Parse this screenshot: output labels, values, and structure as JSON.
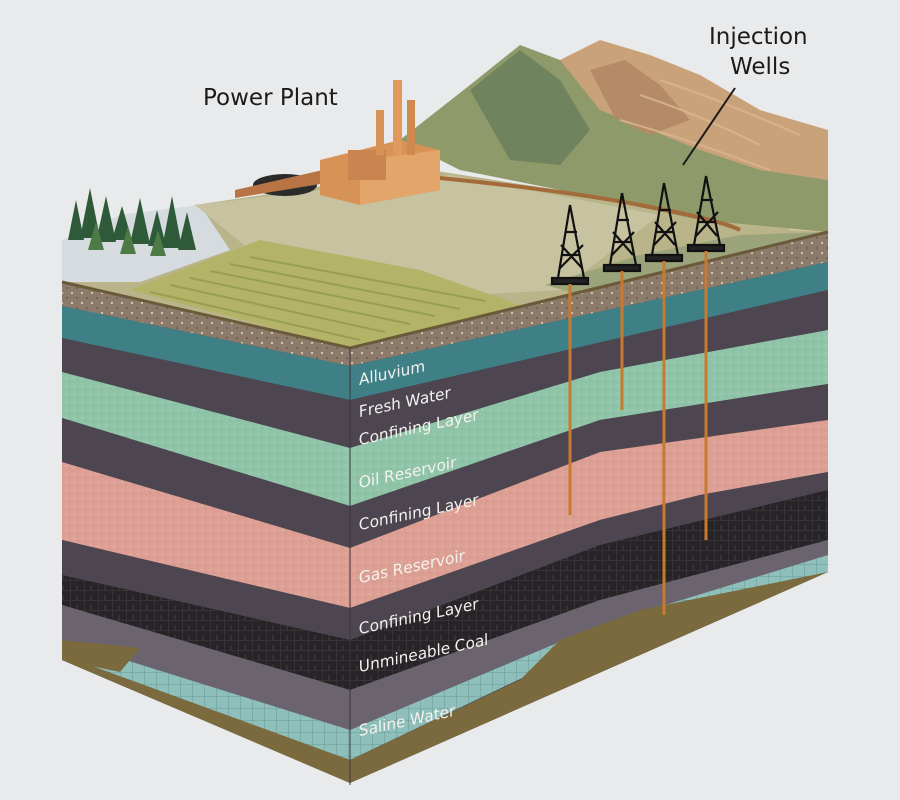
{
  "callouts": {
    "power_plant": "Power Plant",
    "injection_wells_line1": "Injection",
    "injection_wells_line2": "Wells"
  },
  "layers": [
    {
      "label": "Alluvium",
      "color": "#8c7a6a"
    },
    {
      "label": "Fresh Water",
      "color": "#3f7f86"
    },
    {
      "label": "Confining Layer",
      "color": "#4d4650"
    },
    {
      "label": "Oil Reservoir",
      "color": "#8fc4a8"
    },
    {
      "label": "Confining Layer",
      "color": "#4d4650"
    },
    {
      "label": "Gas Reservoir",
      "color": "#dd9f93"
    },
    {
      "label": "Confining Layer",
      "color": "#4d4650"
    },
    {
      "label": "Unmineable Coal",
      "color": "#262427"
    },
    {
      "label": "Saline Water",
      "color": "#8fbfbb"
    }
  ],
  "colors": {
    "background": "#e9eaeb",
    "well_pipe": "#c97a2c",
    "land_green": "#a8b36a",
    "mountain": "#7e8f5c",
    "plant": "#d79256"
  }
}
